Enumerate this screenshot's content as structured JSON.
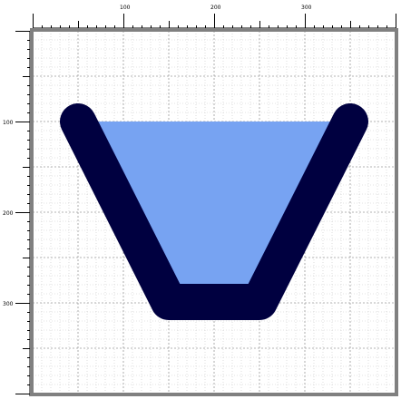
{
  "rulers": {
    "top_labels": [
      "100",
      "200",
      "300"
    ],
    "left_labels": [
      "100",
      "200",
      "300"
    ]
  },
  "colors": {
    "page_background": "#ffffff",
    "canvas_border": "#808080",
    "major_grid": "#9a9a9a",
    "minor_grid": "#c8c8c8",
    "ruler_ticks": "#000000",
    "water_fill": "#77a3f2",
    "container_stroke": "#000040"
  },
  "diagram": {
    "shape": "trapezoid-container",
    "fill_level": "full to top of container"
  }
}
